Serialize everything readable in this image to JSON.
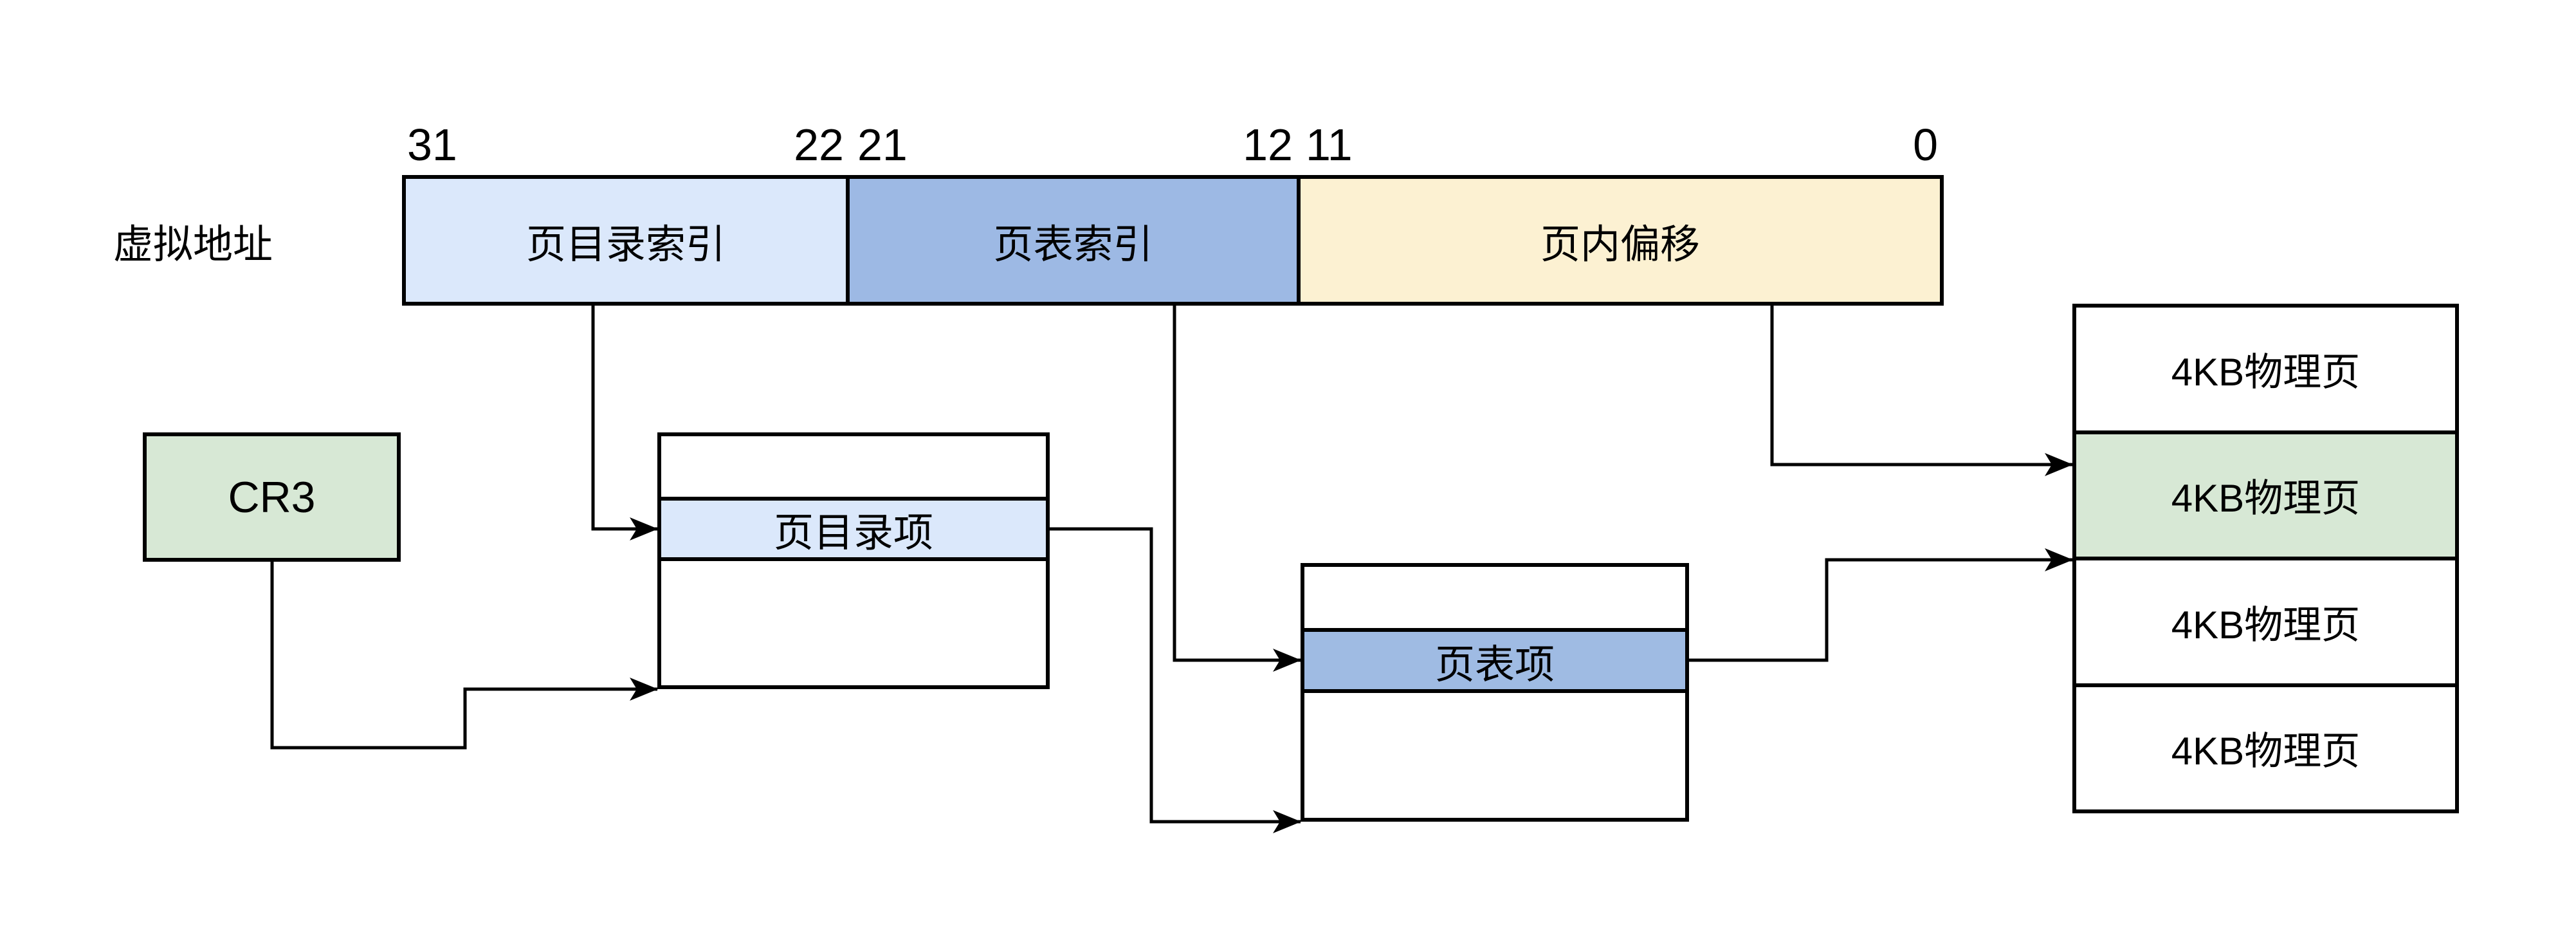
{
  "diagram": {
    "title_label": "虚拟地址",
    "bit_labels": {
      "b31": "31",
      "b22": "22",
      "b21": "21",
      "b12": "12",
      "b11": "11",
      "b0": "0"
    },
    "address_fields": [
      {
        "label": "页目录索引"
      },
      {
        "label": "页表索引"
      },
      {
        "label": "页内偏移"
      }
    ],
    "cr3_label": "CR3",
    "page_directory_entry": "页目录项",
    "page_table_entry": "页表项",
    "physical_pages": [
      "4KB物理页",
      "4KB物理页",
      "4KB物理页",
      "4KB物理页"
    ],
    "colors": {
      "field_pd_index": "#dbe8fb",
      "field_pt_index": "#9db9e4",
      "field_offset": "#fcf1d2",
      "cr3": "#d7e8d5",
      "pd_entry": "#dbe8fb",
      "pt_entry": "#9fbbe3",
      "physical_highlight": "#d7e8d5",
      "line": "#000000"
    }
  }
}
